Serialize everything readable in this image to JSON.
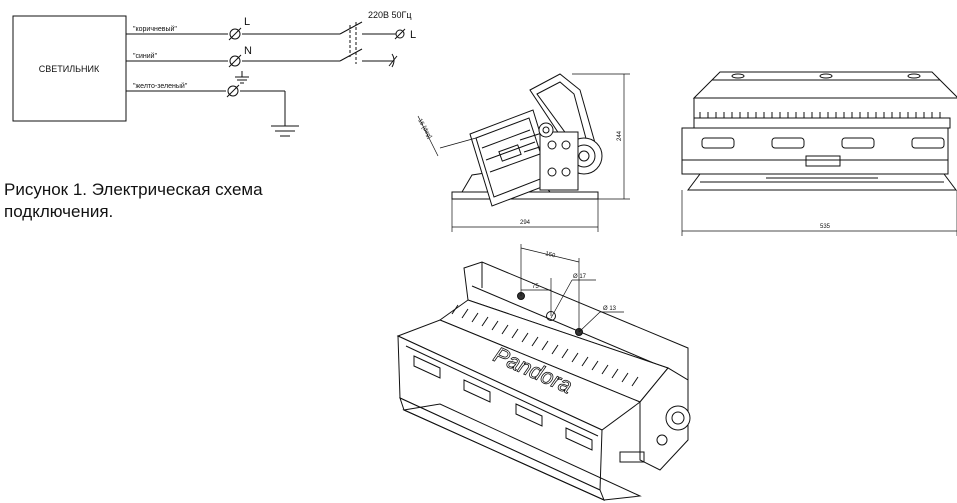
{
  "wiring": {
    "device_label": "СВЕТИЛЬНИК",
    "wire_brown": "\"коричневый\"",
    "wire_blue": "\"синий\"",
    "wire_green": "\"желто-зеленый\"",
    "terminal_L": "L",
    "terminal_N": "N",
    "supply_label": "220В 50Гц",
    "supply_L": "L"
  },
  "caption": "Рисунок 1. Электрическая схема подключения.",
  "drawings": {
    "side_angle": "16 [deg]",
    "side_height": "244",
    "side_width": "294",
    "front_width": "535",
    "top_dim_150": "150",
    "top_dim_75": "75",
    "top_dim_d17": "Ø 17",
    "top_dim_d13": "Ø 13",
    "brand": "Pandora"
  },
  "colors": {
    "line": "#111111"
  }
}
